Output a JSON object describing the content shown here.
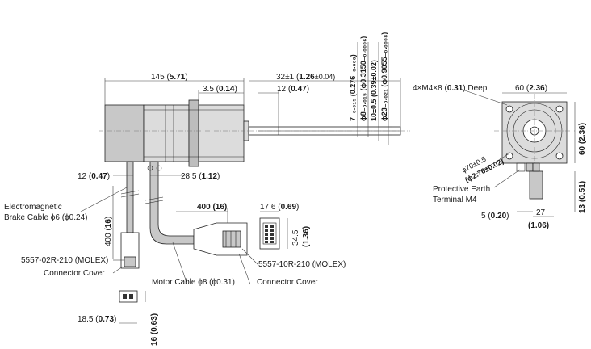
{
  "dims": {
    "d145_a": "145 (",
    "d145_b": "5.71",
    "d145_c": ")",
    "d35_a": "3.5 (",
    "d35_b": "0.14",
    "d35_c": ")",
    "d32_a": "32±1 (",
    "d32_b": "1.26",
    "d32_c": "±0.04)",
    "d12top_a": "12 (",
    "d12top_b": "0.47",
    "d12top_c": ")",
    "v1": "7₋₀.₀₁₅ (0.276₋₀.₀₀₆)",
    "v2": "ϕ8₋₀.₀₁₅ (ϕ0.3150₋₀.₀₀₀₆)",
    "v3": "10±0.5 (0.39±0.02)",
    "v4": "ϕ23₋₀.₀₂₁ (ϕ0.9055₋₀.₀₀₀₈)",
    "d12left_a": "12 (",
    "d12left_b": "0.47",
    "d12left_c": ")",
    "d285_a": "28.5 (",
    "d285_b": "1.12",
    "d285_c": ")",
    "d400m_a": "400 (",
    "d400m_b": "16",
    "d400m_c": ")",
    "d400b": "400 (16)",
    "d176_a": "17.6 (",
    "d176_b": "0.69",
    "d176_c": ")",
    "d345": "34.5",
    "d136": "(1.36)",
    "d185_a": "18.5 (",
    "d185_b": "0.73",
    "d185_c": ")",
    "d16": "16 (0.63)",
    "holes_a": "4×M4×8 (",
    "holes_b": "0.31",
    "holes_c": ") Deep",
    "d60top_a": "60 (",
    "d60top_b": "2.36",
    "d60top_c": ")",
    "d60side": "60 (2.36)",
    "d70a": "ϕ70±0.5",
    "d70b": "(ϕ2.76±0.02)",
    "d13": "13 (0.51)",
    "d5_a": "5 (",
    "d5_b": "0.20",
    "d5_c": ")",
    "d27": "27",
    "d106": "(1.06)"
  },
  "labels": {
    "brake1": "Electromagnetic",
    "brake2": "Brake Cable ϕ6 (ϕ0.24)",
    "conn2p": "5557-02R-210 (MOLEX)",
    "cover1": "Connector Cover",
    "motorcable": "Motor Cable ϕ8 (ϕ0.31)",
    "conn10p": "5557-10R-210 (MOLEX)",
    "cover2": "Connector Cover",
    "pe1": "Protective Earth",
    "pe2": "Terminal M4"
  },
  "colors": {
    "body": "#c8c8c8",
    "line": "#222222"
  }
}
